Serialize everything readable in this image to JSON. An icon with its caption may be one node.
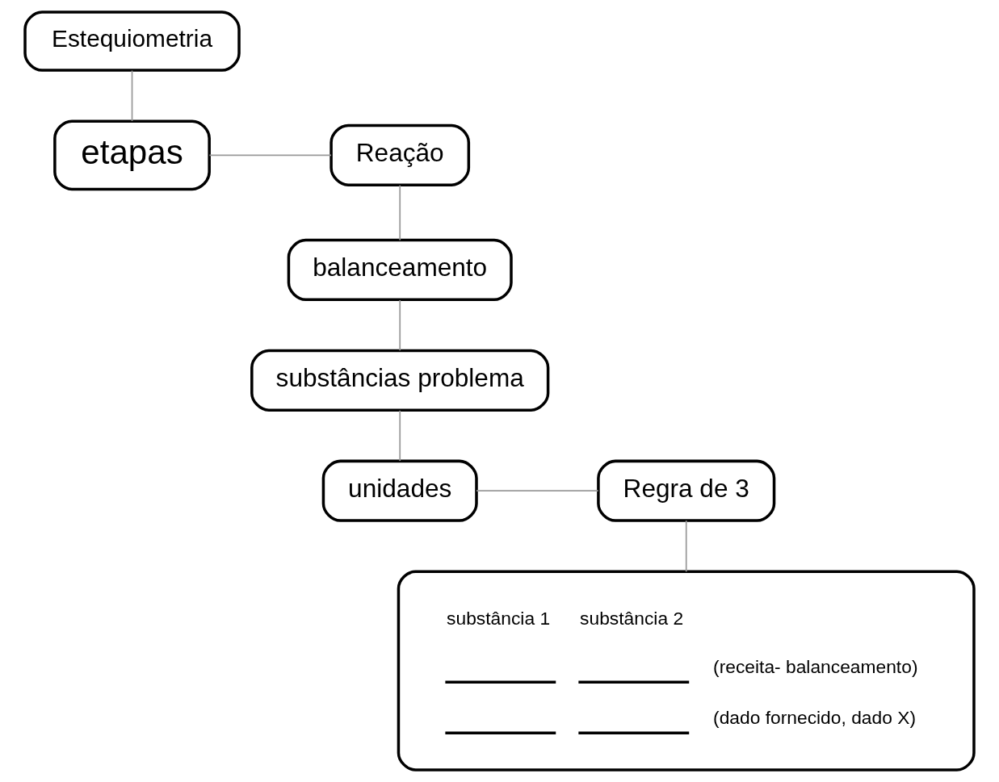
{
  "diagram": {
    "nodes": [
      {
        "text": [
          "Estequiometria"
        ]
      },
      {
        "text": [
          "etapas"
        ]
      },
      {
        "text": [
          "Reação"
        ]
      },
      {
        "text": [
          "balanceamento"
        ]
      },
      {
        "text": [
          "substâncias problema"
        ]
      },
      {
        "text": [
          "unidades"
        ]
      },
      {
        "text": [
          "Regra de 3"
        ]
      },
      {
        "text": [
          "substância 1",
          "substância 2",
          "(receita- balanceamento)",
          "(dado fornecido, dado X)"
        ]
      }
    ],
    "edges": [
      {
        "from": 0,
        "to": 1,
        "arrow": "none"
      },
      {
        "from": 1,
        "to": 2,
        "arrow": "none"
      },
      {
        "from": 2,
        "to": 3,
        "arrow": "none"
      },
      {
        "from": 3,
        "to": 4,
        "arrow": "none"
      },
      {
        "from": 4,
        "to": 5,
        "arrow": "none"
      },
      {
        "from": 5,
        "to": 6,
        "arrow": "none"
      },
      {
        "from": 6,
        "to": 7,
        "arrow": "none"
      }
    ]
  }
}
